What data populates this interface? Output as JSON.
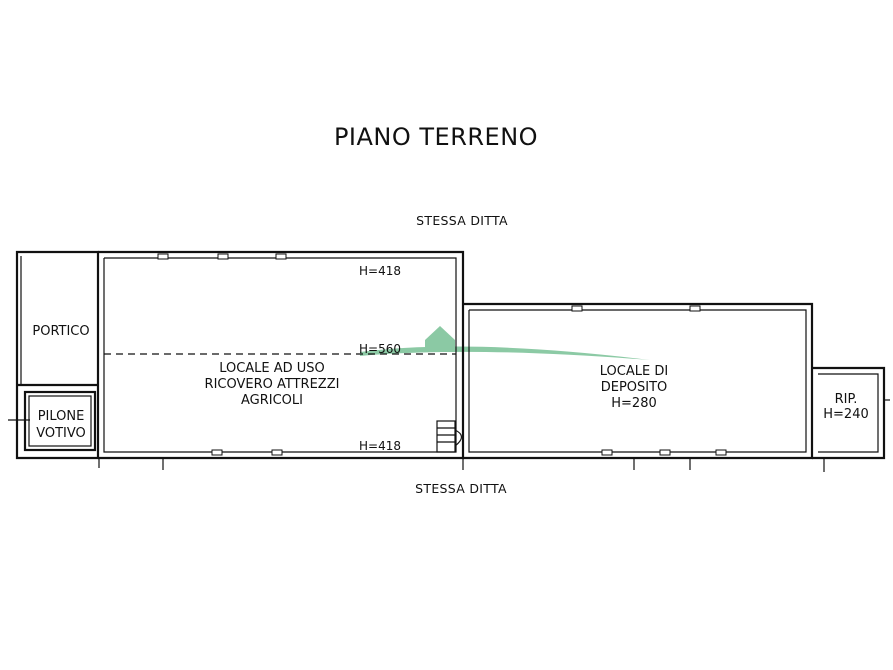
{
  "title": "PIANO TERRENO",
  "neighbor_top": "STESSA DITTA",
  "neighbor_bottom": "STESSA DITTA",
  "rooms": {
    "portico": "PORTICO",
    "pilone_line1": "PILONE",
    "pilone_line2": "VOTIVO",
    "main_line1": "LOCALE AD USO",
    "main_line2": "RICOVERO ATTREZZI",
    "main_line3": "AGRICOLI",
    "main_h_top": "H=418",
    "main_h_mid": "H=560",
    "main_h_bottom": "H=418",
    "deposito_line1": "LOCALE DI",
    "deposito_line2": "DEPOSITO",
    "deposito_h": "H=280",
    "rip_line1": "RIP.",
    "rip_h": "H=240"
  },
  "colors": {
    "line": "#111111",
    "watermark": "#2e9e5b"
  }
}
